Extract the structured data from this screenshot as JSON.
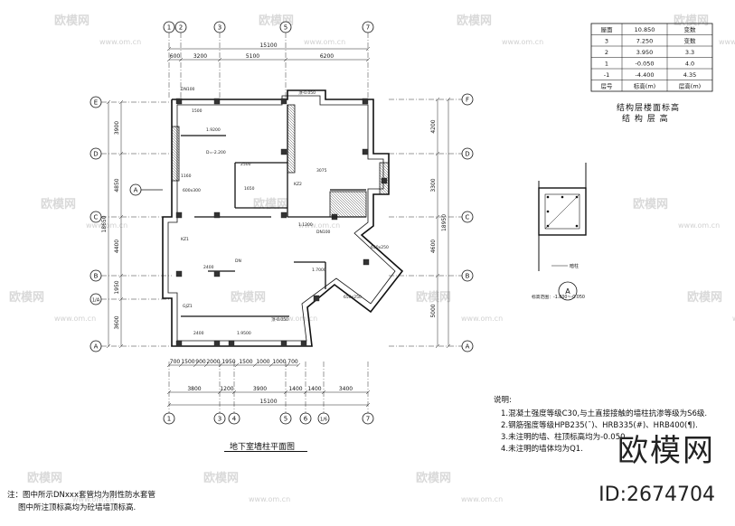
{
  "watermark": {
    "text": "欧模网",
    "url": "www.om.cn"
  },
  "brand": {
    "name": "欧模网",
    "id": "ID:2674704"
  },
  "plan": {
    "title": "地下室墙柱平面图",
    "top_axes": [
      "1",
      "2",
      "3",
      "5",
      "7"
    ],
    "bottom_axes": [
      "1",
      "3",
      "4",
      "5",
      "6",
      "1/6",
      "7"
    ],
    "left_axes": [
      "E",
      "D",
      "C",
      "B",
      "1/A",
      "A"
    ],
    "right_axes": [
      "F",
      "D",
      "C",
      "B",
      "A"
    ],
    "top_total": "15100",
    "top_dims": [
      "600",
      "3200",
      "5100",
      "6200"
    ],
    "bottom_dims_inner": [
      "700",
      "1500",
      "900",
      "2000",
      "1950",
      "1500",
      "1000",
      "1000",
      "700"
    ],
    "bottom_dims_mid": [
      "3800",
      "1200",
      "3900",
      "1400",
      "1400",
      "3400"
    ],
    "bottom_total": "15100",
    "left_dims": [
      "3900",
      "4850",
      "4400",
      "1950",
      "3600"
    ],
    "left_total": "18650",
    "right_dims": [
      "4200",
      "3300",
      "4600",
      "5000"
    ],
    "right_total": "18950"
  },
  "level_table": {
    "headers": [
      "层号",
      "标高(m)",
      "层高(m)"
    ],
    "rows": [
      [
        "3",
        "7.250",
        "变数"
      ],
      [
        "2",
        "3.950",
        "3.3"
      ],
      [
        "1",
        "-0.050",
        "4.0"
      ],
      [
        "-1",
        "-4.400",
        "4.35"
      ]
    ],
    "top_row": [
      "屋面",
      "10.850",
      "变数"
    ],
    "caption1": "结构层楼面标高",
    "caption2": "结 构 层 高"
  },
  "detail": {
    "label": "标高范围：-1.800~-0.050",
    "tag": "暗柱"
  },
  "notes": {
    "heading": "说明:",
    "items": [
      "1.混凝土强度等级C30,与土直接接触的墙柱抗渗等级为S6级.",
      "2.钢筋强度等级HPB235(¯)、HRB335(#)、HRB400(¶).",
      "3.未注明的墙、柱顶标高均为-0.050.",
      "4.未注明的墙体均为Q1."
    ]
  },
  "footnote": {
    "line1": "注：图中所示DNxxx套管均为刚性防水套管",
    "line2": "图中所注顶标高均为砼墙墙顶标高."
  }
}
